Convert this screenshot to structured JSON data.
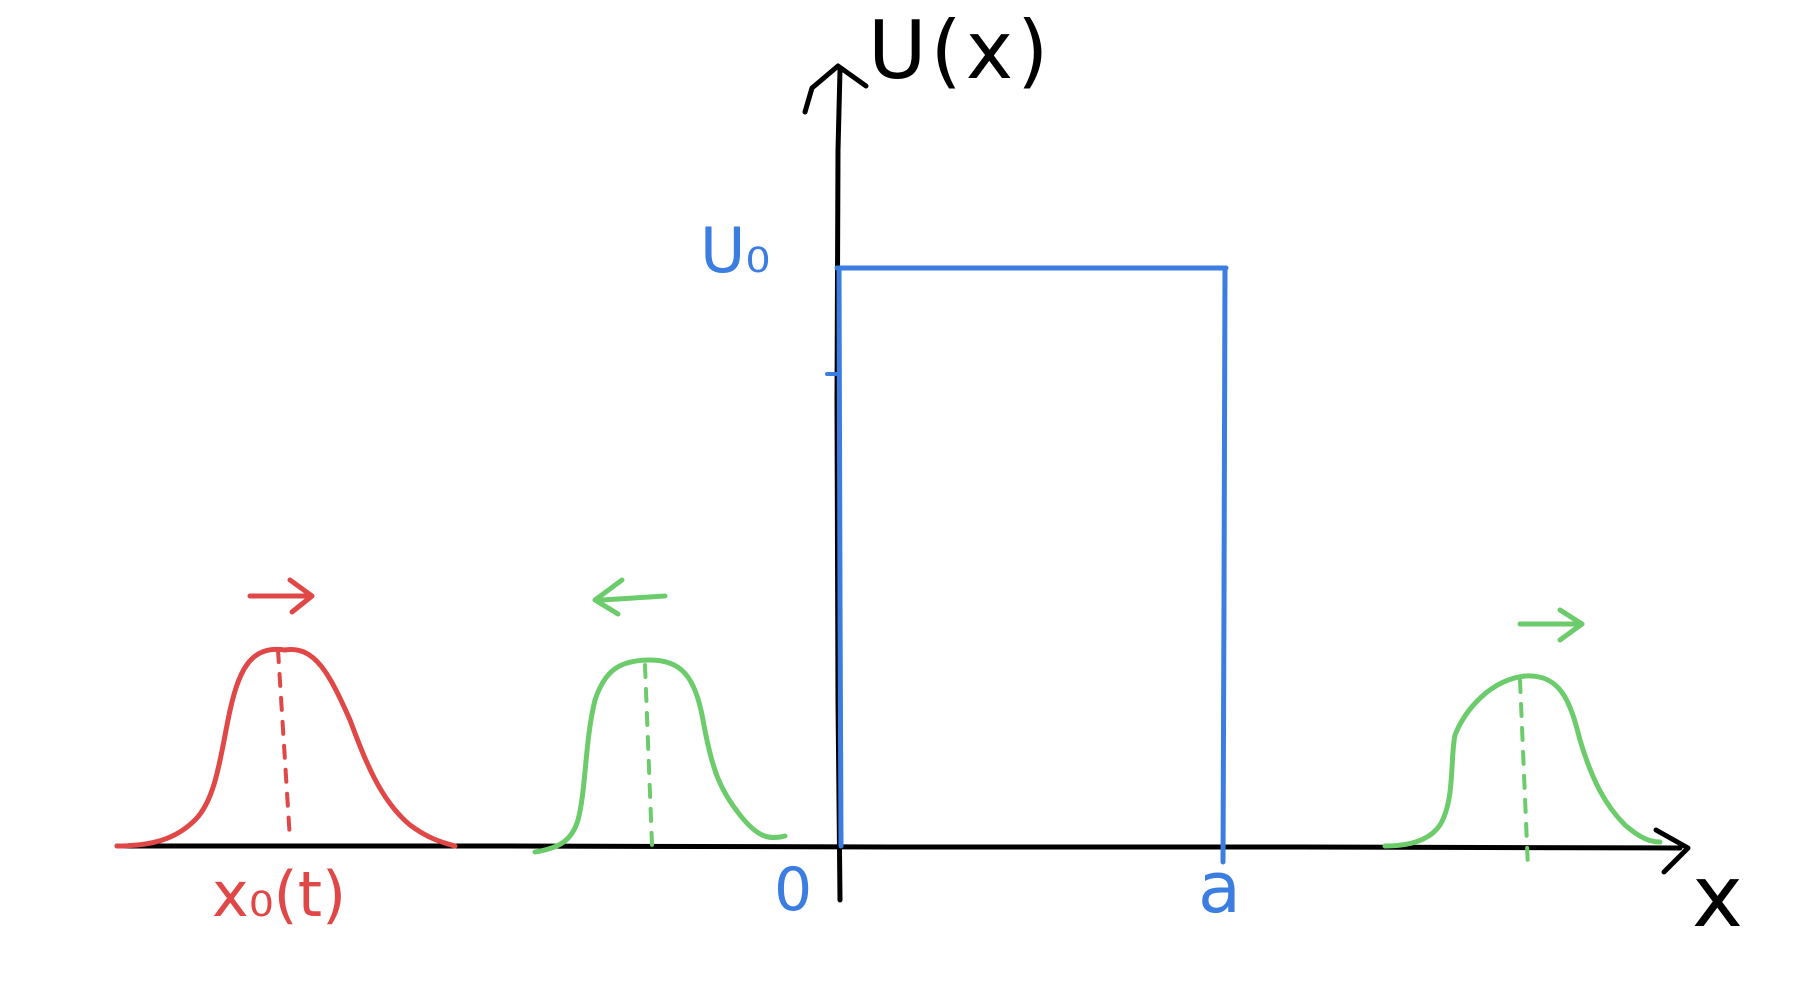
{
  "axes": {
    "y_label": "U(x)",
    "x_label": "x",
    "color": "#000000"
  },
  "barrier": {
    "color": "#3b7de0",
    "height_label": "U₀",
    "left_edge_label": "0",
    "right_edge_label": "a"
  },
  "incident_packet": {
    "color": "#e04848",
    "center_label": "x₀(t)",
    "direction": "right"
  },
  "reflected_packet": {
    "color": "#6ccc6c",
    "direction": "left"
  },
  "transmitted_packet": {
    "color": "#6ccc6c",
    "direction": "right"
  }
}
